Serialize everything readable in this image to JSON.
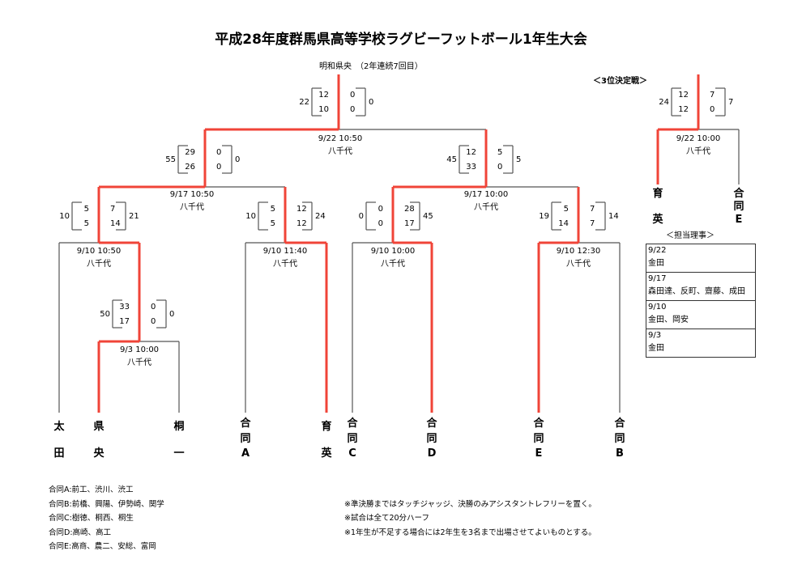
{
  "title": "平成28年度群馬県高等学校ラグビーフットボール1年生大会",
  "champion": "明和県央　（2年連続7回目）",
  "third_place_title": "＜3位決定戦＞",
  "matches": [
    {
      "id": "final",
      "date": "9/22 10:50",
      "venue": "八千代",
      "score": {
        "left_total": "22",
        "left_halves": [
          "12",
          "10"
        ],
        "right_halves": [
          "0",
          "0"
        ],
        "right_total": "0"
      }
    },
    {
      "id": "semi-left",
      "date": "9/17 10:50",
      "venue": "八千代",
      "score": {
        "left_total": "55",
        "left_halves": [
          "29",
          "26"
        ],
        "right_halves": [
          "0",
          "0"
        ],
        "right_total": "0"
      }
    },
    {
      "id": "semi-right",
      "date": "9/17 10:00",
      "venue": "八千代",
      "score": {
        "left_total": "45",
        "left_halves": [
          "12",
          "33"
        ],
        "right_halves": [
          "5",
          "0"
        ],
        "right_total": "5"
      }
    },
    {
      "id": "qf-1",
      "date": "9/10 10:50",
      "venue": "八千代",
      "score": {
        "left_total": "10",
        "left_halves": [
          "5",
          "5"
        ],
        "right_halves": [
          "7",
          "14"
        ],
        "right_total": "21"
      }
    },
    {
      "id": "qf-2",
      "date": "9/10 11:40",
      "venue": "八千代",
      "score": {
        "left_total": "10",
        "left_halves": [
          "5",
          "5"
        ],
        "right_halves": [
          "12",
          "12"
        ],
        "right_total": "24"
      }
    },
    {
      "id": "qf-3",
      "date": "9/10 10:00",
      "venue": "八千代",
      "score": {
        "left_total": "0",
        "left_halves": [
          "0",
          "0"
        ],
        "right_halves": [
          "28",
          "17"
        ],
        "right_total": "45"
      }
    },
    {
      "id": "qf-4",
      "date": "9/10 12:30",
      "venue": "八千代",
      "score": {
        "left_total": "19",
        "left_halves": [
          "5",
          "14"
        ],
        "right_halves": [
          "7",
          "7"
        ],
        "right_total": "14"
      }
    },
    {
      "id": "r1",
      "date": "9/3 10:00",
      "venue": "八千代",
      "score": {
        "left_total": "50",
        "left_halves": [
          "33",
          "17"
        ],
        "right_halves": [
          "0",
          "0"
        ],
        "right_total": "0"
      }
    },
    {
      "id": "third",
      "date": "9/22 10:00",
      "venue": "八千代",
      "score": {
        "left_total": "24",
        "left_halves": [
          "12",
          "12"
        ],
        "right_halves": [
          "7",
          "0"
        ],
        "right_total": "7"
      }
    }
  ],
  "teams": [
    "太田",
    "県央",
    "桐一",
    "合同A",
    "育英",
    "合同C",
    "合同D",
    "合同E",
    "合同B"
  ],
  "third_place_teams": [
    "育英",
    "合同E"
  ],
  "officials": {
    "title": "＜担当理事＞",
    "rows": [
      {
        "date": "9/22",
        "names": "金田"
      },
      {
        "date": "9/17",
        "names": "森田達、反町、齋藤、成田"
      },
      {
        "date": "9/10",
        "names": "金田、岡安"
      },
      {
        "date": "9/3",
        "names": "金田"
      }
    ]
  },
  "combined_teams": [
    "合同A:前工、渋川、渋工",
    "合同B:前橋、興陽、伊勢崎、関学",
    "合同C:樹徳、桐西、桐生",
    "合同D:高崎、高工",
    "合同E:高商、農二、安総、富岡"
  ],
  "notes": [
    "※準決勝まではタッチジャッジ、決勝のみアシスタントレフリーを置く。",
    "※試合は全て20分ハーフ",
    "※1年生が不足する場合には2年生を3名まで出場させてよいものとする。"
  ],
  "colors": {
    "winner_line": "#f04438",
    "line": "#555555"
  }
}
